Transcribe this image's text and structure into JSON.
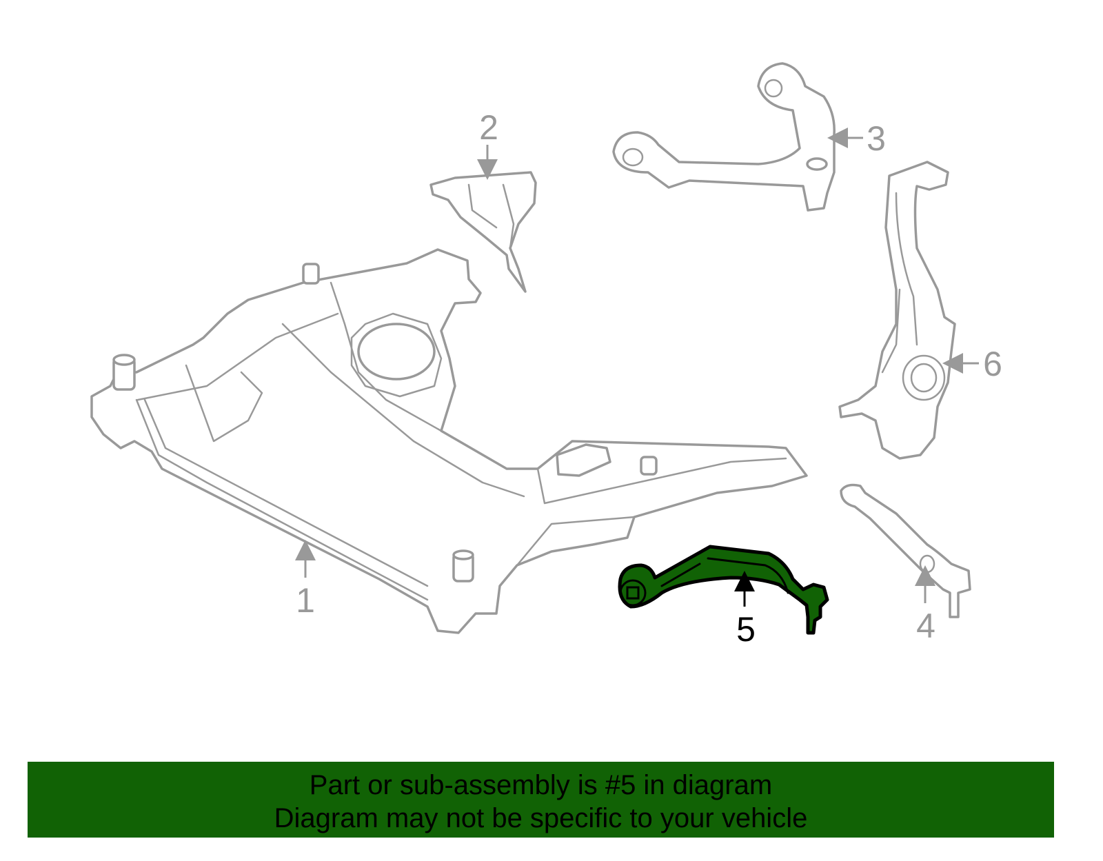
{
  "callouts": {
    "p1": "1",
    "p2": "2",
    "p3": "3",
    "p4": "4",
    "p5": "5",
    "p6": "6"
  },
  "highlighted_part": "5",
  "colors": {
    "highlight": "#116205",
    "outline": "#999999",
    "banner": "#116205"
  },
  "banner": {
    "line1": "Part or sub-assembly is #5 in diagram",
    "line2": "Diagram may not be specific to your vehicle"
  }
}
